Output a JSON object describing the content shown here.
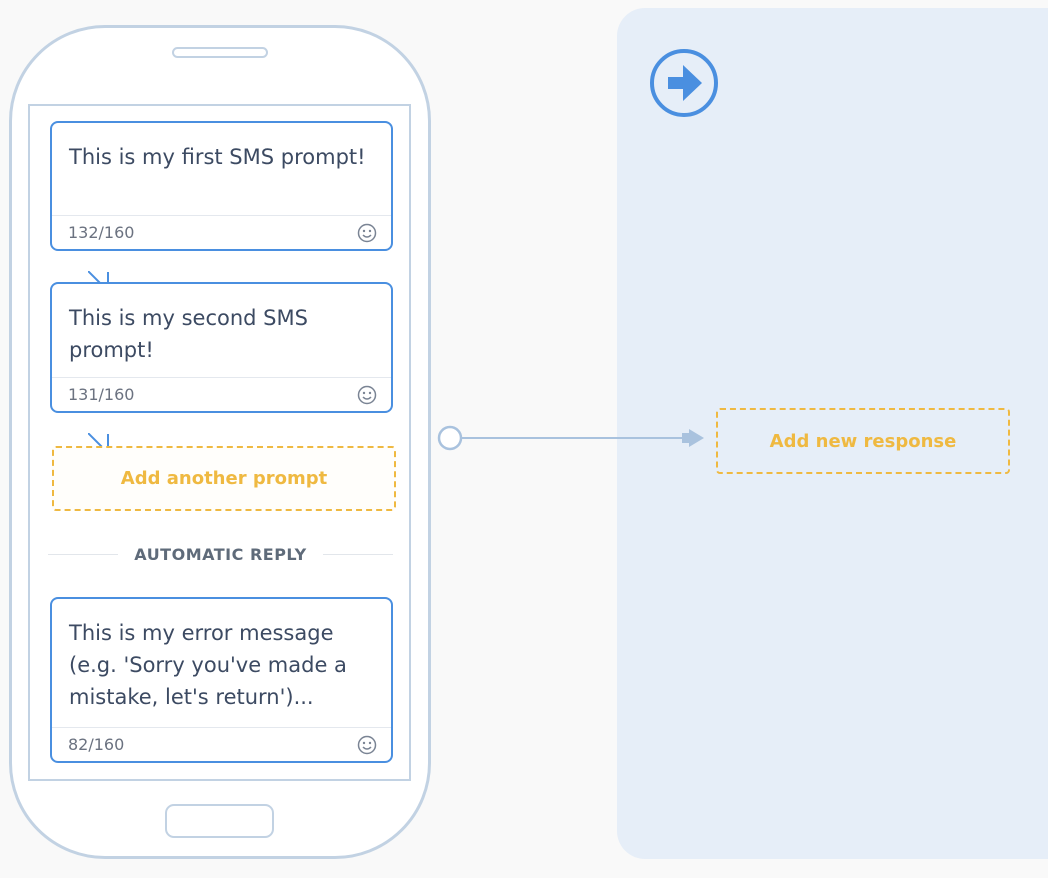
{
  "prompts": [
    {
      "text": "This is my first SMS prompt!",
      "count": "132/160"
    },
    {
      "text": "This is my second SMS\nprompt!",
      "count": "131/160"
    }
  ],
  "add_prompt_label": "Add another prompt",
  "automatic_reply": {
    "heading": "AUTOMATIC REPLY",
    "text": "This is my error message\n(e.g. 'Sorry you've made a\nmistake, let's return')...",
    "count": "82/160"
  },
  "add_response_label": "Add new response",
  "icons": {
    "smiley": "smiley-icon",
    "next_step": "arrow-right-circle-icon",
    "connector_arrow": "arrow-right-icon"
  },
  "colors": {
    "accent_blue": "#4a8fe0",
    "dashed_orange": "#efb941",
    "phone_outline": "#c2d2e3",
    "panel_background": "#e6eef8"
  }
}
